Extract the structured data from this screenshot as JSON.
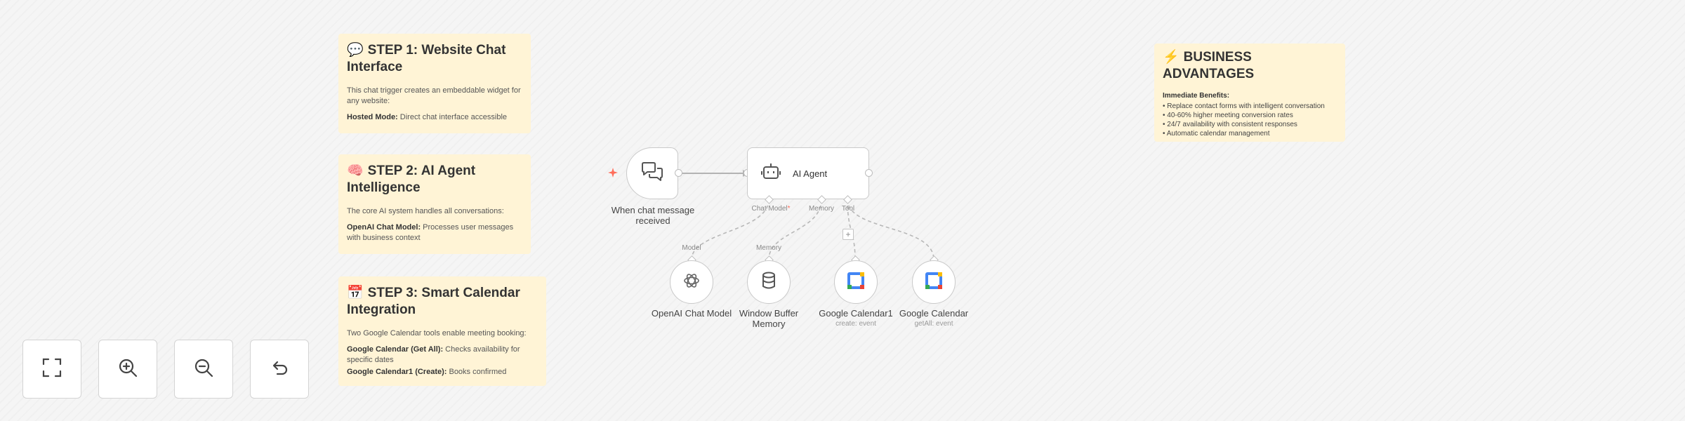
{
  "notes": {
    "step1": {
      "emoji": "💬",
      "title": "STEP 1: Website Chat Interface",
      "desc": "This chat trigger creates an embeddable widget for any website:",
      "item_bold": "Hosted Mode:",
      "item_text": " Direct chat interface accessible"
    },
    "step2": {
      "emoji": "🧠",
      "title": "STEP 2: AI Agent Intelligence",
      "desc": "The core AI system handles all conversations:",
      "item_bold": "OpenAI Chat Model:",
      "item_text": " Processes user messages with business context"
    },
    "step3": {
      "emoji": "📅",
      "title": "STEP 3: Smart Calendar Integration",
      "desc": "Two Google Calendar tools enable meeting booking:",
      "item1_bold": "Google Calendar (Get All):",
      "item1_text": " Checks availability for specific dates",
      "item2_bold": "Google Calendar1 (Create):",
      "item2_text": " Books confirmed"
    },
    "business": {
      "emoji": "⚡",
      "title": "BUSINESS ADVANTAGES",
      "subtitle": "Immediate Benefits:",
      "items": [
        "• Replace contact forms with intelligent conversation",
        "• 40-60% higher meeting conversion rates",
        "• 24/7 availability with consistent responses",
        "• Automatic calendar management"
      ]
    }
  },
  "workflow": {
    "trigger": {
      "label": "When chat message received"
    },
    "agent": {
      "label": "AI Agent",
      "ports": {
        "chat_model": "Chat Model",
        "required_mark": "*",
        "memory": "Memory",
        "tool": "Tool"
      }
    },
    "sub_nodes": [
      {
        "label": "OpenAI Chat Model",
        "sublabel": "",
        "port_label": "Model",
        "icon": "openai-icon"
      },
      {
        "label": "Window Buffer Memory",
        "sublabel": "",
        "port_label": "Memory",
        "icon": "database-icon"
      },
      {
        "label": "Google Calendar1",
        "sublabel": "create: event",
        "icon": "google-calendar-icon"
      },
      {
        "label": "Google Calendar",
        "sublabel": "getAll: event",
        "icon": "google-calendar-icon"
      }
    ],
    "colors": {
      "trigger_mark": "#ff6d5a",
      "calendar_blue": "#4285f4",
      "calendar_yellow": "#fbbc04",
      "note_bg": "#fff4d6"
    }
  },
  "controls": [
    {
      "name": "fit-view",
      "icon": "fit-view-icon"
    },
    {
      "name": "zoom-in",
      "icon": "zoom-in-icon"
    },
    {
      "name": "zoom-out",
      "icon": "zoom-out-icon"
    },
    {
      "name": "reset-zoom",
      "icon": "undo-icon"
    }
  ]
}
